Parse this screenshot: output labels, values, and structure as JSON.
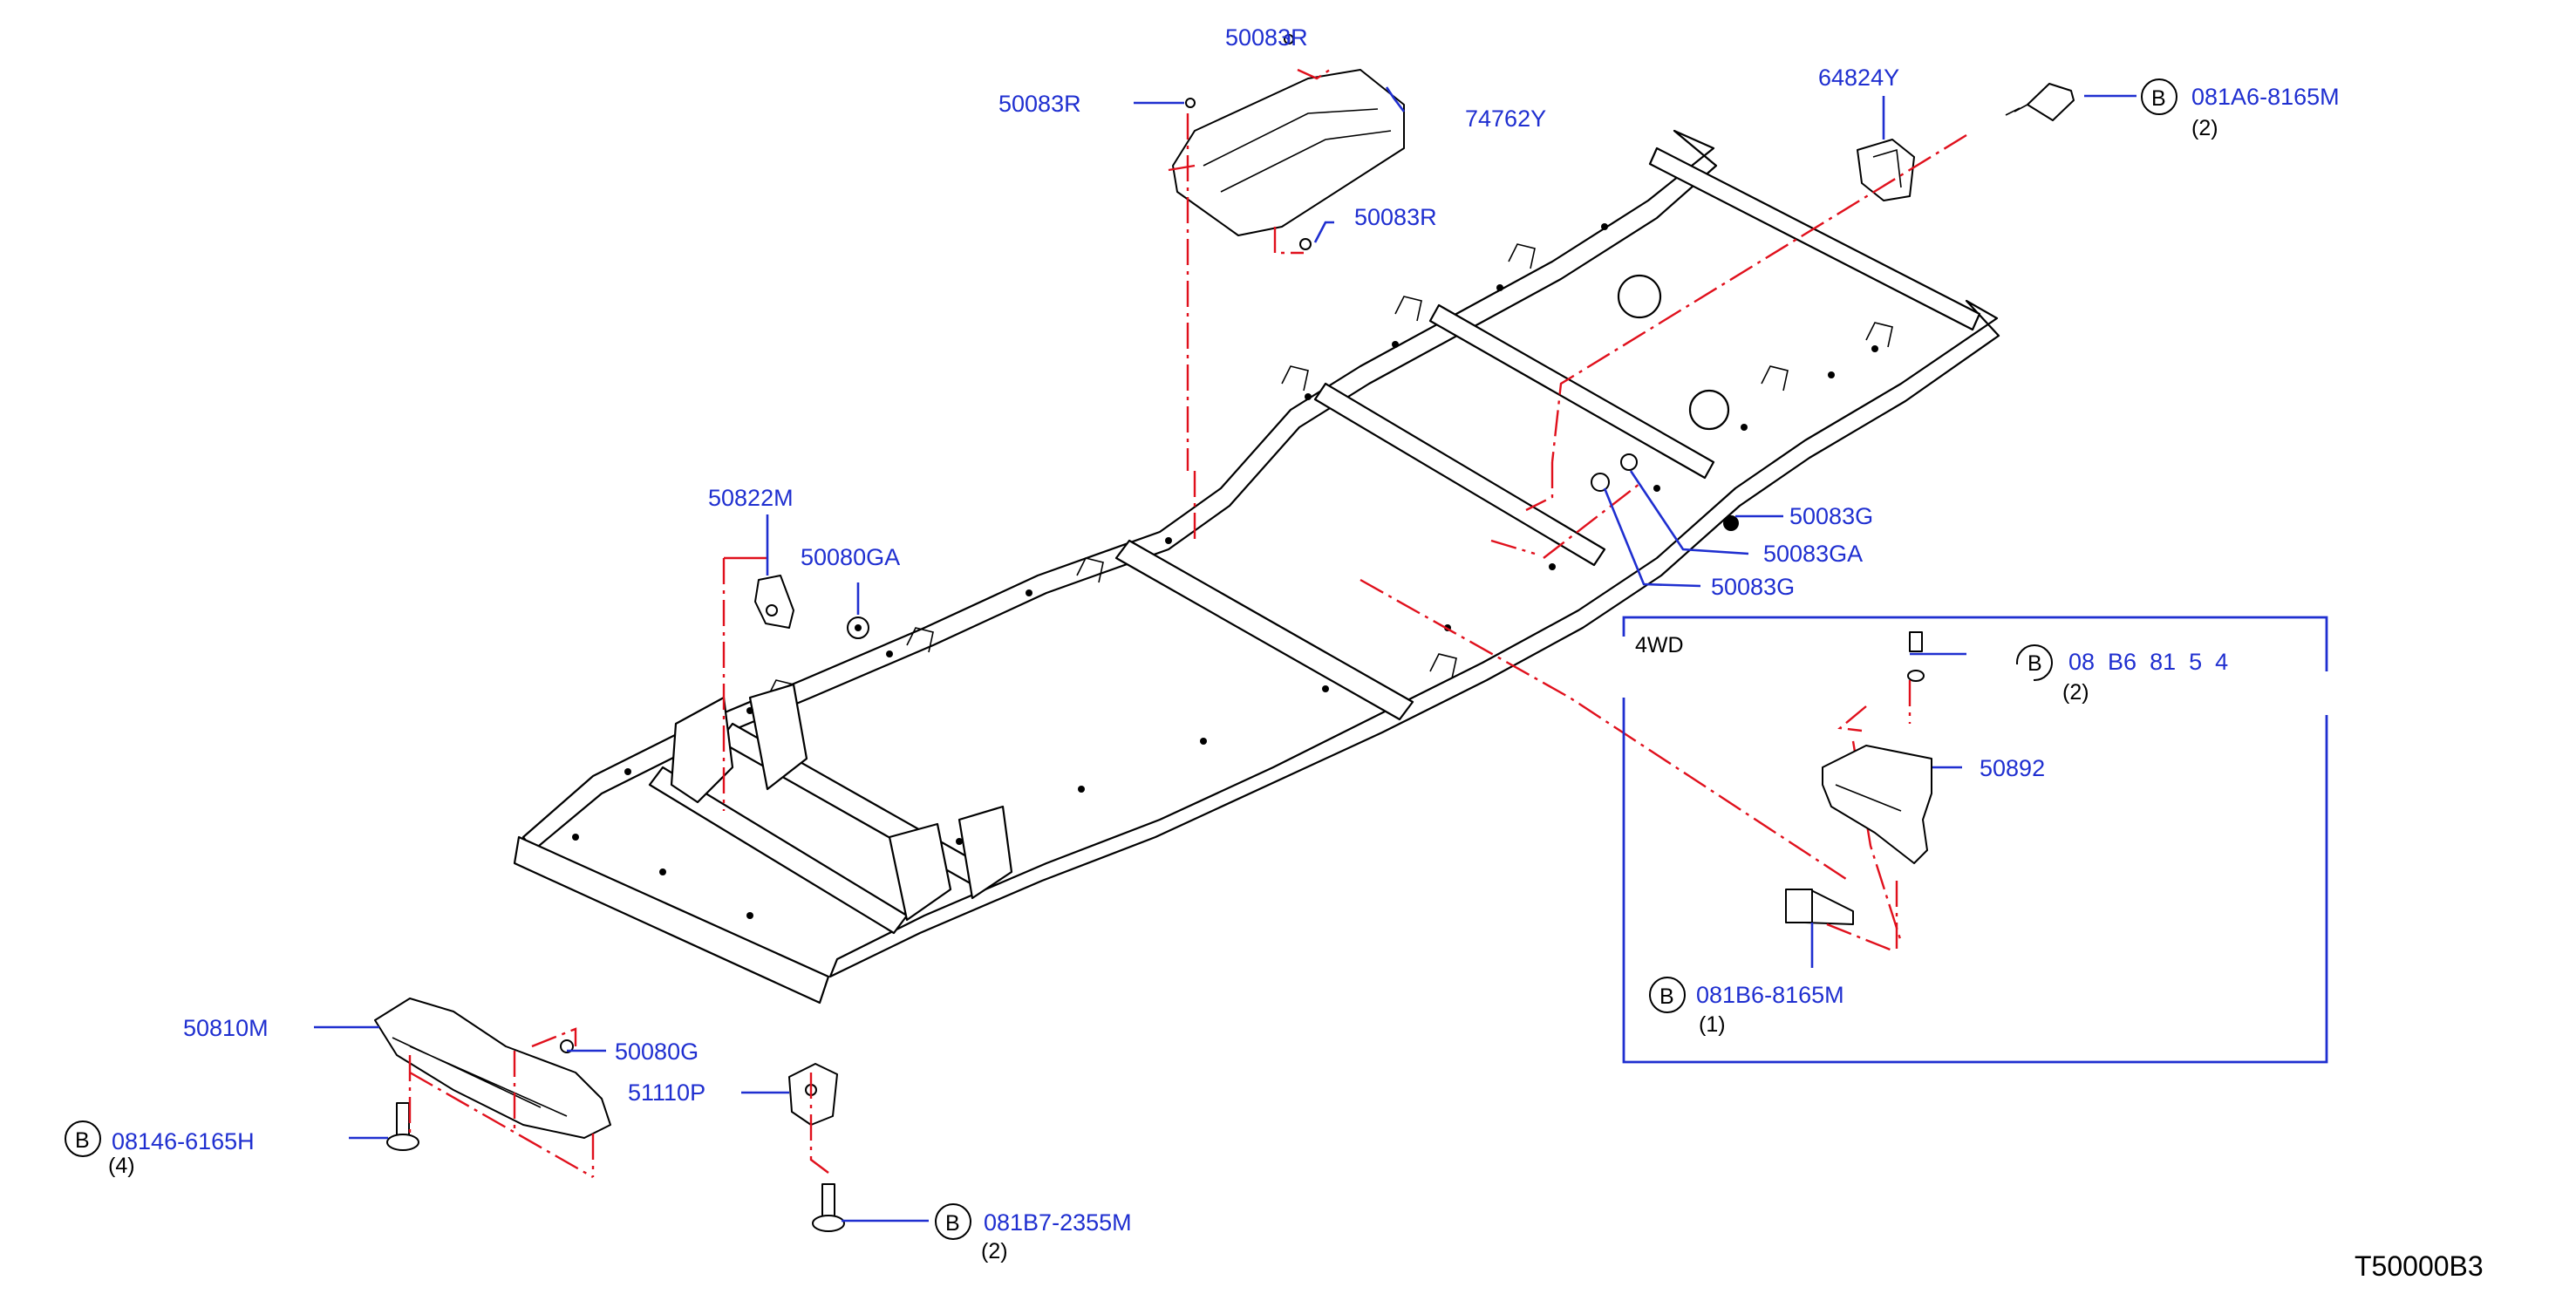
{
  "diagram_code": "T50000B3",
  "inset": {
    "title": "4WD"
  },
  "callouts": {
    "c74762Y": "74762Y",
    "c50083R_top": "50083R",
    "c50083R_left": "50083R",
    "c50083R_right": "50083R",
    "c64824Y": "64824Y",
    "c50822M": "50822M",
    "c50080GA": "50080GA",
    "c50083G_a": "50083G",
    "c50083GA": "50083GA",
    "c50083G_b": "50083G",
    "c50892": "50892",
    "c50810M": "50810M",
    "c50080G": "50080G",
    "c51110P": "51110P"
  },
  "bolts": {
    "b1": {
      "symbol": "B",
      "part": "081A6-8165M",
      "qty": "(2)"
    },
    "b2": {
      "symbol": "B",
      "part": "08146-6165H",
      "qty": "(4)"
    },
    "b3": {
      "symbol": "B",
      "part": "081B7-2355M",
      "qty": "(2)"
    },
    "b4": {
      "symbol": "B",
      "part": "081B6-8165M",
      "qty": "(1)"
    },
    "b5": {
      "symbol": "B",
      "part": "08  B6  81  5  4",
      "qty": "(2)"
    }
  },
  "colors": {
    "callout": "#1f2fd0",
    "leader_dashed": "#e0101c",
    "linework": "#000000"
  }
}
